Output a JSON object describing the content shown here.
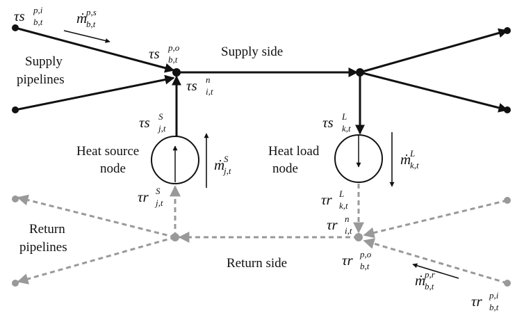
{
  "labels": {
    "supply_pipelines_1": "Supply",
    "supply_pipelines_2": "pipelines",
    "supply_side": "Supply side",
    "heat_source_1": "Heat source",
    "heat_source_2": "node",
    "heat_load_1": "Heat load",
    "heat_load_2": "node",
    "return_pipelines_1": "Return",
    "return_pipelines_2": "pipelines",
    "return_side": "Return side"
  },
  "symbols": {
    "ts_b_pi": {
      "base": "τs",
      "sup": "p,i",
      "sub": "b,t"
    },
    "m_b_ps": {
      "base": "ṁ",
      "sup": "p,s",
      "sub": "b,t"
    },
    "ts_b_po": {
      "base": "τs",
      "sup": "p,o",
      "sub": "b,t"
    },
    "ts_i_n": {
      "base": "τs",
      "sup": "n",
      "sub": "i,t"
    },
    "ts_j_S": {
      "base": "τs",
      "sup": "S",
      "sub": "j,t"
    },
    "m_j_S": {
      "base": "ṁ",
      "sup": "S",
      "sub": "j,t"
    },
    "tr_j_S": {
      "base": "τr",
      "sup": "S",
      "sub": "j,t"
    },
    "ts_k_L": {
      "base": "τs",
      "sup": "L",
      "sub": "k,t"
    },
    "m_k_L": {
      "base": "ṁ",
      "sup": "L",
      "sub": "k,t"
    },
    "tr_k_L": {
      "base": "τr",
      "sup": "L",
      "sub": "k,t"
    },
    "tr_i_n": {
      "base": "τr",
      "sup": "n",
      "sub": "i,t"
    },
    "tr_b_po": {
      "base": "τr",
      "sup": "p,o",
      "sub": "b,t"
    },
    "m_b_pr": {
      "base": "ṁ",
      "sup": "p,r",
      "sub": "b,t"
    },
    "tr_b_pi": {
      "base": "τr",
      "sup": "p,i",
      "sub": "b,t"
    }
  },
  "colors": {
    "supply": "#111111",
    "return": "#999999"
  }
}
